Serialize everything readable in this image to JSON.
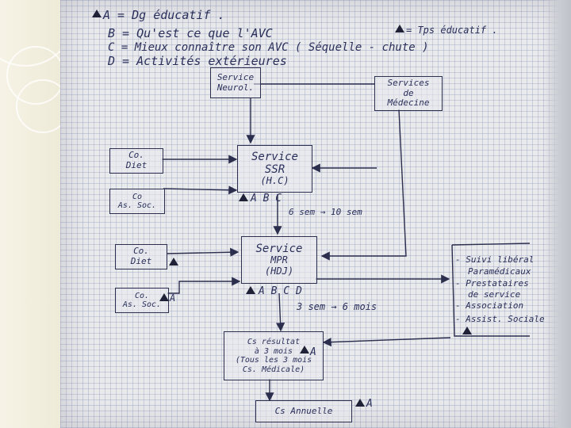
{
  "legend": {
    "items": [
      {
        "letter": "A",
        "text": "A = Dg éducatif ."
      },
      {
        "letter": "B",
        "text": "B = Qu'est ce que l'AVC"
      },
      {
        "letter": "C",
        "text": "C = Mieux connaître son AVC ( Séquelle - chute )"
      },
      {
        "letter": "D",
        "text": "D = Activités extérieures"
      }
    ],
    "triangle_note": "= Tps éducatif ."
  },
  "boxes": {
    "service_neuro": [
      "Service",
      "Neurol."
    ],
    "services_medecine": [
      "Services",
      "de",
      "Médecine"
    ],
    "service_ssr": [
      "Service",
      "SSR",
      "(H.C)"
    ],
    "service_mpr": [
      "Service",
      "MPR",
      "(HDJ)"
    ],
    "co_diet_1": [
      "Co.",
      "Diet"
    ],
    "co_as_1": [
      "Co",
      "As. Soc."
    ],
    "co_diet_2": [
      "Co.",
      "Diet"
    ],
    "co_as_2": [
      "Co.",
      "As. Soc."
    ],
    "consult": [
      "Cs résultat",
      "à 3 mois",
      "(Tous les 3 mois",
      "Cs. Médicale)"
    ],
    "cs_annuelle": [
      "Cs Annuelle"
    ]
  },
  "annotations": {
    "ssr_letters": "A B C",
    "mpr_letters": "A B C D",
    "duration_1": "6 sem → 10 sem",
    "duration_2": "3 sem → 6 mois",
    "consult_letter": "A",
    "diet2_letter": "",
    "as2_letter": "A",
    "annuelle_letter": "A"
  },
  "ext_list": [
    "- Suivi libéral",
    "Paramédicaux",
    "- Prestataires",
    "de service",
    "- Association",
    "- Assist. Sociale"
  ]
}
